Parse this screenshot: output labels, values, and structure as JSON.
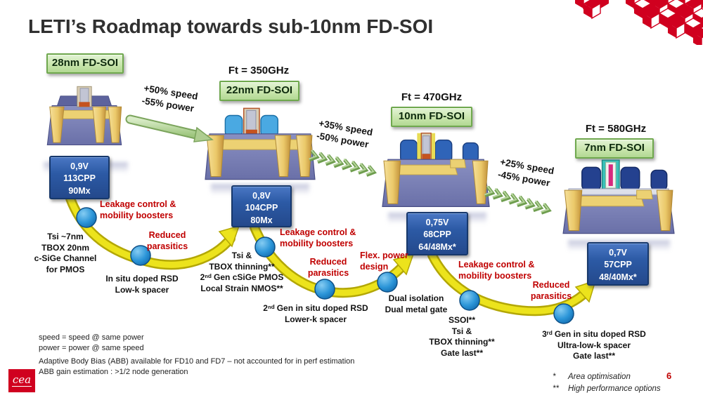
{
  "title": "LETI’s Roadmap towards sub-10nm FD-SOI",
  "page_number": "6",
  "colors": {
    "accent_red": "#c00000",
    "node_green": "#c9e6ad",
    "spec_blue": "#2c5aa5",
    "arrow_yellow": "#ece31c",
    "dot_blue": "#1b86cc",
    "brand_red": "#d0001f"
  },
  "stages": [
    {
      "node_label": "28nm FD-SOI",
      "ft": "",
      "specs": [
        "0,9V",
        "113CPP",
        "90Mx"
      ]
    },
    {
      "node_label": "22nm FD-SOI",
      "ft": "Ft = 350GHz",
      "specs": [
        "0,8V",
        "104CPP",
        "80Mx"
      ]
    },
    {
      "node_label": "10nm FD-SOI",
      "ft": "Ft = 470GHz",
      "specs": [
        "0,75V",
        "68CPP",
        "64/48Mx*"
      ]
    },
    {
      "node_label": "7nm FD-SOI",
      "ft": "Ft = 580GHz",
      "specs": [
        "0,7V",
        "57CPP",
        "48/40Mx*"
      ]
    }
  ],
  "transitions": [
    {
      "lines": [
        "+50% speed",
        "-55% power"
      ]
    },
    {
      "lines": [
        "+35% speed",
        "-50% power"
      ]
    },
    {
      "lines": [
        "+25% speed",
        "-45% power"
      ]
    }
  ],
  "red_notes": [
    {
      "lines": [
        "Leakage control &",
        "mobility boosters"
      ]
    },
    {
      "lines": [
        "Reduced",
        "parasitics"
      ]
    },
    {
      "lines": [
        "Leakage control &",
        "mobility boosters"
      ]
    },
    {
      "lines": [
        "Reduced",
        "parasitics"
      ]
    },
    {
      "lines": [
        "Flex. power",
        "design"
      ]
    },
    {
      "lines": [
        "Leakage control &",
        "mobility boosters"
      ]
    },
    {
      "lines": [
        "Reduced",
        "parasitics"
      ]
    }
  ],
  "black_notes": [
    {
      "lines": [
        "Tsi ~7nm",
        "TBOX 20nm",
        "c-SiGe Channel",
        "for PMOS"
      ]
    },
    {
      "lines": [
        "In situ doped RSD",
        "Low-k spacer"
      ]
    },
    {
      "lines": [
        "Tsi &",
        "TBOX thinning**",
        "2ⁿᵈ Gen cSiGe PMOS",
        "Local Strain NMOS**"
      ]
    },
    {
      "lines": [
        "2ⁿᵈ Gen in situ doped RSD",
        "Lower-k spacer"
      ]
    },
    {
      "lines": [
        "Dual isolation",
        "Dual metal gate"
      ]
    },
    {
      "lines": [
        "SSOI**",
        "Tsi &",
        "TBOX thinning**",
        "Gate last**"
      ]
    },
    {
      "lines": [
        "3ʳᵈ Gen  in situ doped RSD",
        "Ultra-low-k spacer",
        "Gate last**"
      ]
    }
  ],
  "footnotes_left_1": {
    "lines": [
      "speed = speed @ same power",
      "power = power @ same speed"
    ]
  },
  "footnotes_left_2": {
    "lines": [
      "Adaptive Body Bias (ABB) available for FD10 and FD7 – not accounted for in perf estimation",
      "ABB gain estimation : >1/2 node generation"
    ]
  },
  "footnotes_right": [
    {
      "marker": "*",
      "text": "Area optimisation"
    },
    {
      "marker": "**",
      "text": "High performance options"
    }
  ],
  "logo_text": "cea"
}
